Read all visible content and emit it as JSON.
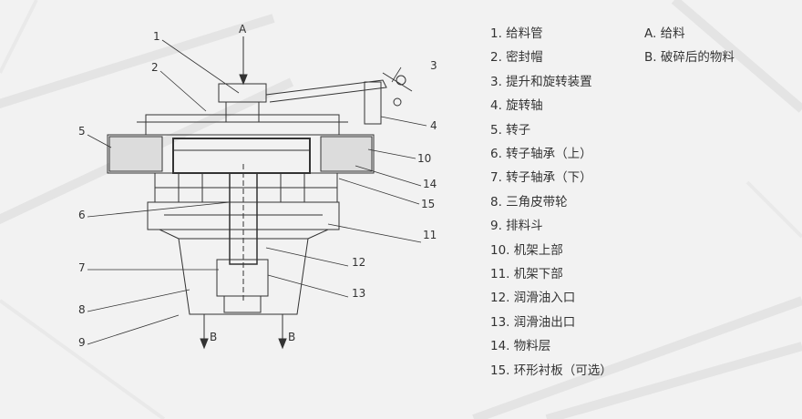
{
  "legend": {
    "parts": [
      "1. 给料管",
      "2. 密封帽",
      "3. 提升和旋转装置",
      "4. 旋转轴",
      "5. 转子",
      "6. 转子轴承（上）",
      "7. 转子轴承（下）",
      "8. 三角皮带轮",
      "9. 排料斗",
      "10. 机架上部",
      "11. 机架下部",
      "12. 润滑油入口",
      "13. 润滑油出口",
      "14. 物料层",
      "15. 环形衬板（可选）"
    ],
    "flow": [
      "A. 给料",
      "B. 破碎后的物料"
    ]
  },
  "callouts": {
    "n1": "1",
    "n2": "2",
    "n3": "3",
    "n4": "4",
    "n5": "5",
    "n6": "6",
    "n7": "7",
    "n8": "8",
    "n9": "9",
    "n10": "10",
    "n11": "11",
    "n12": "12",
    "n13": "13",
    "n14": "14",
    "n15": "15",
    "feed": "A",
    "out_left": "B",
    "out_right": "B"
  },
  "colors": {
    "line": "#333333",
    "fill_material": "#dcdcdc",
    "background": "#f2f2f2",
    "text": "#333333"
  }
}
